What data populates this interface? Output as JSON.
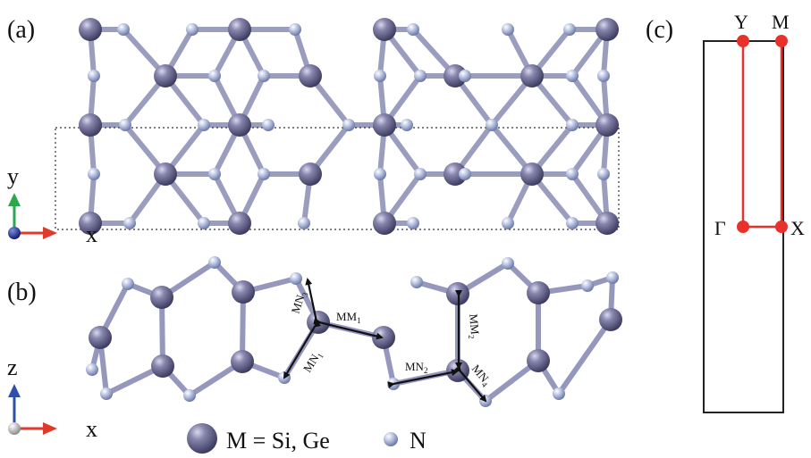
{
  "panels": {
    "a": {
      "label": "(a)"
    },
    "b": {
      "label": "(b)"
    },
    "c": {
      "label": "(c)"
    }
  },
  "axes": {
    "top": {
      "y": "y",
      "x": "x"
    },
    "side": {
      "z": "z",
      "x": "x"
    }
  },
  "bonds": {
    "mn3": "MN3",
    "mn1": "MN1",
    "mm1": "MM1",
    "mn2": "MN2",
    "mm2": "MM2",
    "mn4": "MN4"
  },
  "legend": {
    "metal": "M = Si, Ge",
    "nitrogen": "N"
  },
  "brillouin": {
    "points": {
      "Y": "Y",
      "M": "M",
      "Gamma": "Γ",
      "X": "X"
    },
    "path_color": "#e8312a"
  },
  "colors": {
    "metal_atom": "#6b6a93",
    "nitrogen_atom": "#aab5d6",
    "bond": "#8a8db5",
    "axis_y": "#2ba84a",
    "axis_x": "#e03a2c",
    "axis_z": "#2f4fa8"
  }
}
